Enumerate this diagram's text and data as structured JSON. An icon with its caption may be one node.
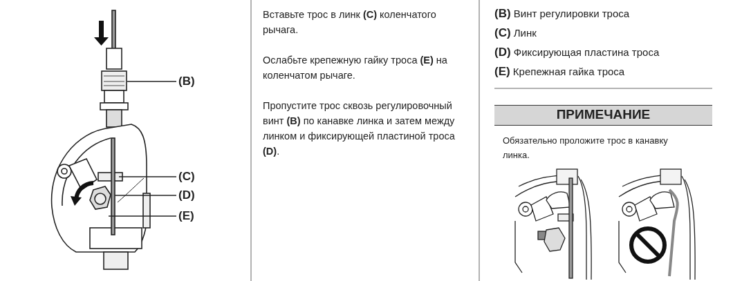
{
  "diagram": {
    "nodes": [
      {
        "text": [
          "(B)"
        ]
      },
      {
        "text": [
          "(C)"
        ]
      },
      {
        "text": [
          "(D)"
        ]
      },
      {
        "text": [
          "(E)"
        ]
      }
    ],
    "edges": [
      {
        "from": 0,
        "to": null,
        "arrow": "none"
      },
      {
        "from": 1,
        "to": null,
        "arrow": "none"
      },
      {
        "from": 2,
        "to": null,
        "arrow": "none"
      },
      {
        "from": 3,
        "to": null,
        "arrow": "none"
      }
    ],
    "labels": [
      "Вставьте трос в линк **(C)** коленчатого рычага.",
      "Ослабьте крепежную гайку троса **(E)** на коленчатом рычаге.",
      "Пропустите трос сквозь регулировочный винт **(B)** по канавке линка и затем между линком и фиксирующей пластиной троса **(D)**.",
      "**(B)** Винт регулировки троса",
      "**(C)** Линк",
      "**(D)** Фиксирующая пластина троса",
      "**(E)** Крепежная гайка троса",
      "ПРИМЕЧАНИЕ",
      "Обязательно проложите трос в канавку линка."
    ]
  }
}
